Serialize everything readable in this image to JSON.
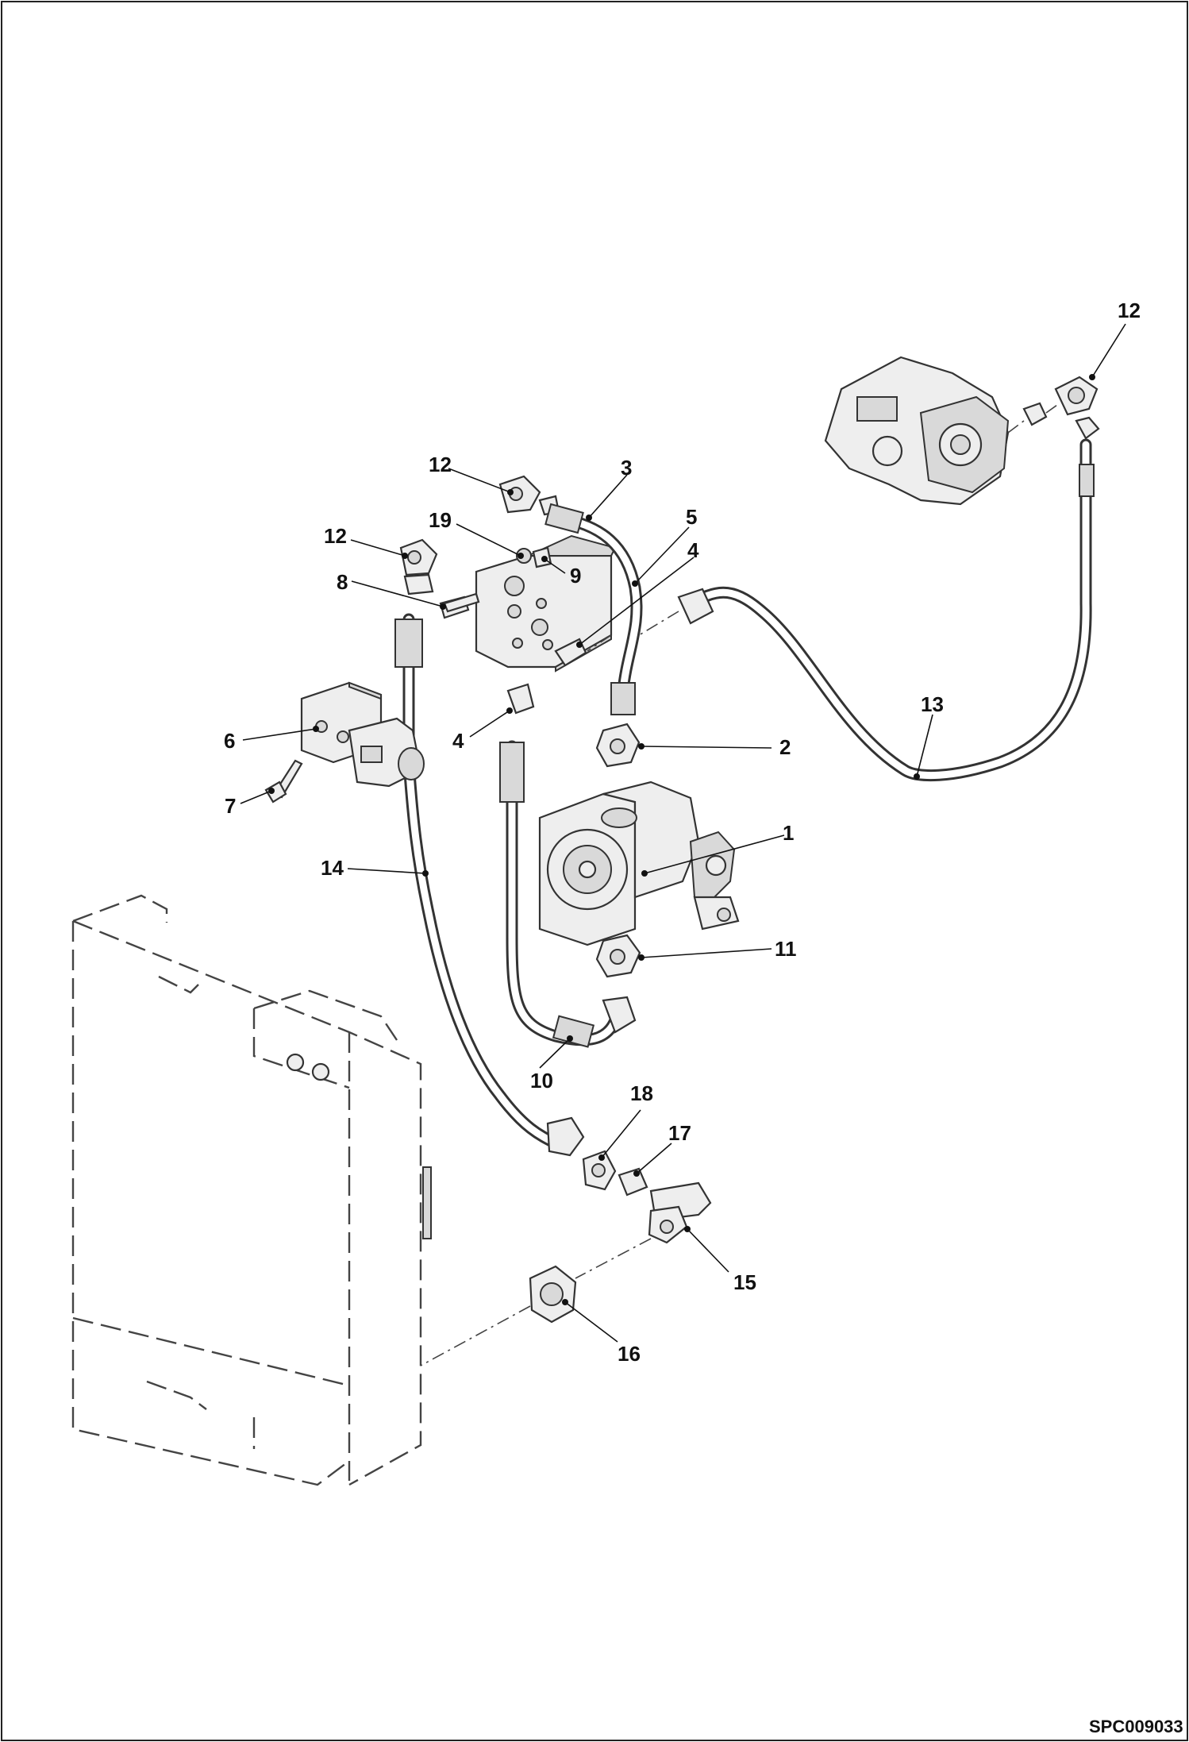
{
  "drawing_code": "SPC009033",
  "callouts": [
    {
      "id": "c1",
      "text": "1"
    },
    {
      "id": "c2",
      "text": "2"
    },
    {
      "id": "c3",
      "text": "3"
    },
    {
      "id": "c4a",
      "text": "4"
    },
    {
      "id": "c4b",
      "text": "4"
    },
    {
      "id": "c5",
      "text": "5"
    },
    {
      "id": "c6",
      "text": "6"
    },
    {
      "id": "c7",
      "text": "7"
    },
    {
      "id": "c8",
      "text": "8"
    },
    {
      "id": "c9",
      "text": "9"
    },
    {
      "id": "c10",
      "text": "10"
    },
    {
      "id": "c11",
      "text": "11"
    },
    {
      "id": "c12a",
      "text": "12"
    },
    {
      "id": "c12b",
      "text": "12"
    },
    {
      "id": "c12c",
      "text": "12"
    },
    {
      "id": "c13",
      "text": "13"
    },
    {
      "id": "c14",
      "text": "14"
    },
    {
      "id": "c15",
      "text": "15"
    },
    {
      "id": "c16",
      "text": "16"
    },
    {
      "id": "c17",
      "text": "17"
    },
    {
      "id": "c18",
      "text": "18"
    },
    {
      "id": "c19",
      "text": "19"
    }
  ]
}
